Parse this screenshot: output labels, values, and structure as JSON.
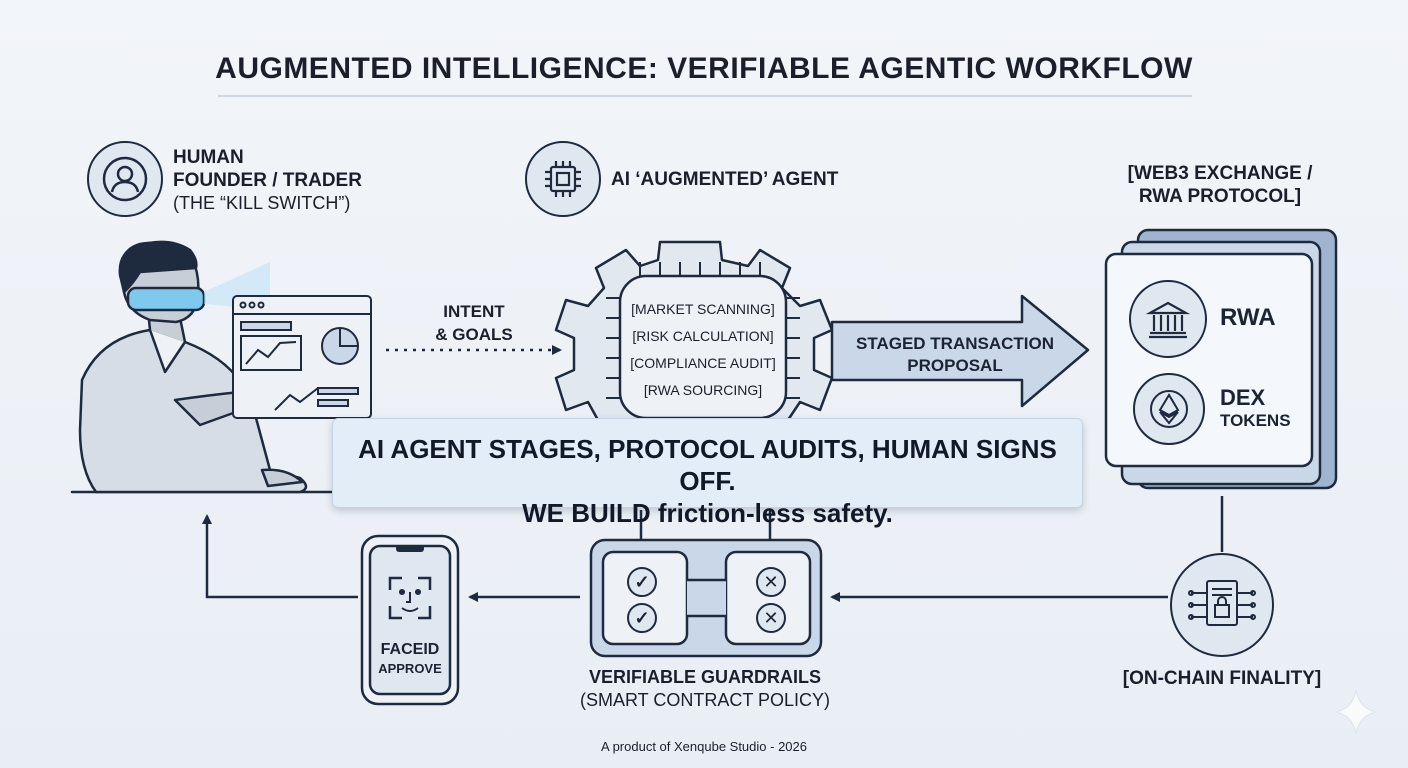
{
  "title": "AUGMENTED INTELLIGENCE: VERIFIABLE AGENTIC WORKFLOW",
  "human": {
    "line1": "HUMAN",
    "line2": "FOUNDER / TRADER",
    "line3": "(THE “KILL SWITCH”)"
  },
  "agent": {
    "label": "AI ‘AUGMENTED’ AGENT",
    "tasks": [
      "[MARKET SCANNING]",
      "[RISK CALCULATION]",
      "[COMPLIANCE AUDIT]",
      "[RWA SOURCING]"
    ]
  },
  "intent": {
    "line1": "INTENT",
    "line2": "& GOALS"
  },
  "proposal": {
    "line1": "STAGED TRANSACTION",
    "line2": "PROPOSAL"
  },
  "exchange": {
    "line1": "[WEB3 EXCHANGE /",
    "line2": "RWA PROTOCOL]",
    "rwa": "RWA",
    "dex_line1": "DEX",
    "dex_line2": "TOKENS"
  },
  "banner": {
    "line1": "AI AGENT STAGES, PROTOCOL AUDITS, HUMAN SIGNS OFF.",
    "line2": "WE BUILD friction-less safety."
  },
  "phone": {
    "line1": "FACEID",
    "line2": "APPROVE"
  },
  "guardrails": {
    "line1": "VERIFIABLE GUARDRAILS",
    "line2": "(SMART CONTRACT POLICY)"
  },
  "finality": {
    "label": "[ON-CHAIN FINALITY]"
  },
  "footer": "A product of Xenqube Studio - 2026",
  "colors": {
    "ink": "#1e2a3e",
    "panel": "#dfe7f1",
    "accent_blue": "#4fb3e8",
    "arrow_fill": "#c9d7e8"
  },
  "icons": [
    "user-icon",
    "chip-icon",
    "bank-icon",
    "ethereum-icon",
    "face-id-icon",
    "check-icon",
    "cross-icon",
    "lock-document-icon",
    "sparkle-icon"
  ]
}
